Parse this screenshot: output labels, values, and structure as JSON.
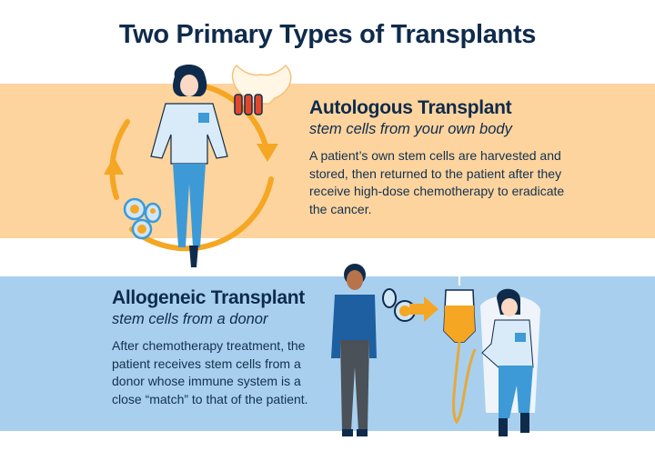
{
  "title": "Two Primary Types of Transplants",
  "colors": {
    "title": "#0f2b4c",
    "orange_band": "#fdd49e",
    "blue_band": "#a8d0ee",
    "accent_orange": "#f5a623",
    "shirt_light": "#d9ebf8",
    "pants_blue": "#3d9ad6",
    "navy": "#0f2b4c"
  },
  "autologous": {
    "heading": "Autologous Transplant",
    "subheading": "stem cells from your own body",
    "body": "A patient’s own stem cells are harvested and stored, then returned to the patient after they receive high-dose chemotherapy to eradicate the cancer.",
    "illustration": {
      "icons": [
        "circular-arrows-icon",
        "woman-patient-icon",
        "pelvis-bone-icon",
        "test-tubes-icon",
        "stem-cells-icon"
      ]
    }
  },
  "allogeneic": {
    "heading": "Allogeneic Transplant",
    "subheading": "stem cells from a donor",
    "body": "After chemotherapy treatment, the patient receives stem cells from a donor whose immune system is a close “match” to that of the patient.",
    "illustration": {
      "icons": [
        "donor-man-icon",
        "stem-cells-icon",
        "arrow-right-icon",
        "iv-bag-icon",
        "patient-in-chair-icon"
      ]
    }
  }
}
